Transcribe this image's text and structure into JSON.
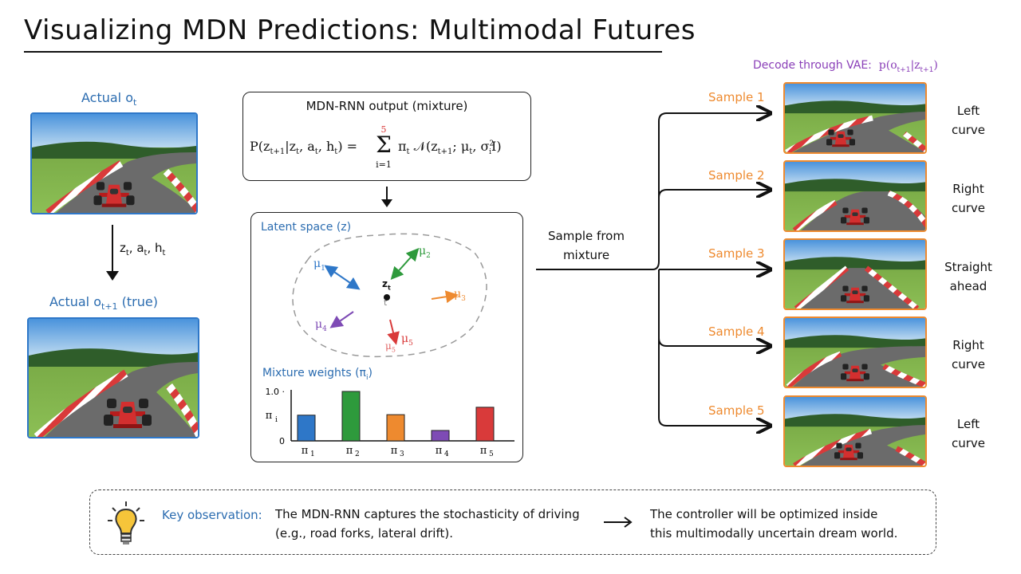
{
  "title": "Visualizing MDN Predictions: Multimodal Futures",
  "left": {
    "actual_ot_label": "Actual o",
    "actual_ot_sub": "t",
    "transition_label": "z",
    "transition_z_sub": "t",
    "transition_a": ", a",
    "transition_a_sub": "t",
    "transition_h": ", h",
    "transition_h_sub": "t",
    "actual_ot1_label": "Actual o",
    "actual_ot1_sub": "t+1",
    "actual_ot1_suffix": " (true)"
  },
  "mdn": {
    "box_title": "MDN-RNN output (mixture)",
    "formula_lhs": "P(z",
    "formula_lhs_sub": "t+1",
    "formula_given": "|z",
    "formula_given_sub": "t",
    "formula_a": ", a",
    "formula_a_sub": "t",
    "formula_h": ", h",
    "formula_h_sub": "t",
    "formula_eq": ") =",
    "sum_upper": "5",
    "sum_symbol": "Σ",
    "sum_lower": "i=1",
    "formula_rhs": "π",
    "formula_rhs_sub": "t",
    "formula_normal": " 𝒩(z",
    "formula_normal_sub": "t+1",
    "formula_mu": "; μ",
    "formula_mu_sub": "t",
    "formula_sigma": ", σ",
    "formula_sigma_sup": "2",
    "formula_sigma_sub": "i",
    "formula_end": "I)"
  },
  "latent": {
    "title": "Latent space (z)",
    "center_label": "z",
    "center_sub": "t",
    "center_sub2": "z",
    "center_sub2_sub": "t",
    "mu_labels": [
      {
        "text": "μ",
        "sub": "1",
        "color": "#2e77c8"
      },
      {
        "text": "μ",
        "sub": "2",
        "color": "#2e9a3c"
      },
      {
        "text": "μ",
        "sub": "3",
        "color": "#ee8a2f"
      },
      {
        "text": "μ",
        "sub": "4",
        "color": "#7e4bb5"
      },
      {
        "text": "μ",
        "sub": "5",
        "color": "#d93a3a"
      },
      {
        "text": "μ",
        "sub": "5",
        "color": "#d93a3a"
      }
    ]
  },
  "chart_data": {
    "type": "bar",
    "title": "Mixture weights (π",
    "title_sub": "i",
    "title_end": ")",
    "ylabel": "π",
    "ylabel_sub": "i",
    "categories": [
      "π1",
      "π2",
      "π3",
      "π4",
      "π5"
    ],
    "category_base": "π",
    "category_subs": [
      "1",
      "2",
      "3",
      "4",
      "5"
    ],
    "values": [
      0.52,
      1.0,
      0.53,
      0.21,
      0.68
    ],
    "colors": [
      "#2e77c8",
      "#2e9a3c",
      "#ee8a2f",
      "#7e4bb5",
      "#d93a3a"
    ],
    "ylim": [
      0,
      1.0
    ],
    "yticks": [
      "0",
      "1.0 ·"
    ]
  },
  "sampling": {
    "label_line1": "Sample from",
    "label_line2": "mixture"
  },
  "decode": {
    "label": "Decode through VAE:",
    "formula": "p(o",
    "formula_sub": "t+1",
    "formula_mid": "|z",
    "formula_sub2": "t+1",
    "formula_end": ")"
  },
  "samples": [
    {
      "label": "Sample 1",
      "desc_line1": "Left",
      "desc_line2": "curve"
    },
    {
      "label": "Sample 2",
      "desc_line1": "Right",
      "desc_line2": "curve"
    },
    {
      "label": "Sample 3",
      "desc_line1": "Straight",
      "desc_line2": "ahead"
    },
    {
      "label": "Sample 4",
      "desc_line1": "Right",
      "desc_line2": "curve"
    },
    {
      "label": "Sample 5",
      "desc_line1": "Left",
      "desc_line2": "curve"
    }
  ],
  "observation": {
    "key_label": "Key observation:",
    "text_line1": "The MDN-RNN captures the stochasticity of driving",
    "text_line2": "(e.g., road forks, lateral drift).",
    "result_line1": "The controller will be optimized inside",
    "result_line2": "this multimodally uncertain dream world."
  },
  "colors": {
    "blue": "#2e77c8",
    "orange": "#ee8a2f",
    "purple": "#8a3fb8",
    "red": "#d93a3a"
  }
}
